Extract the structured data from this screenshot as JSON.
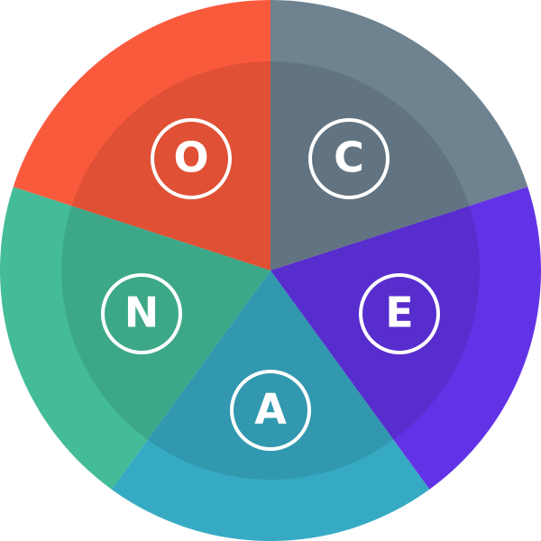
{
  "segments": [
    {
      "letter": "O",
      "color": "#FA5A3C"
    },
    {
      "letter": "C",
      "color": "#6E8290"
    },
    {
      "letter": "E",
      "color": "#6233E6"
    },
    {
      "letter": "A",
      "color": "#37AAC3"
    },
    {
      "letter": "N",
      "color": "#44BC98"
    }
  ],
  "inner_shade": "rgba(0,0,0,0.10)",
  "badge_stroke": "#ffffff"
}
